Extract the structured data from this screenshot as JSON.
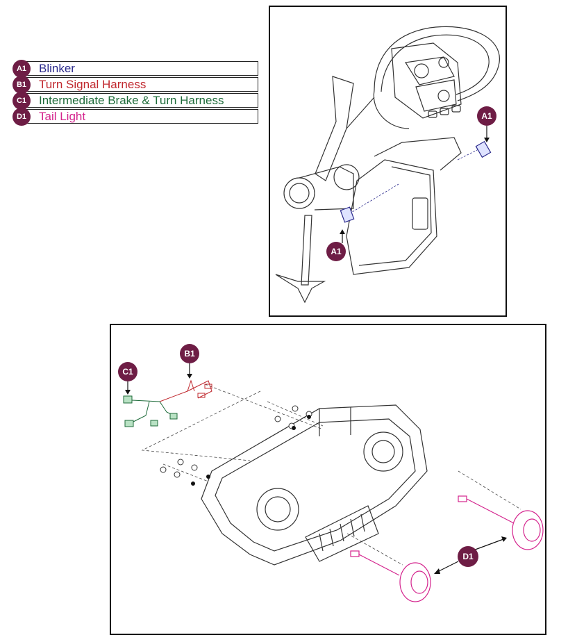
{
  "legend": [
    {
      "id": "A1",
      "label": "Blinker",
      "color": "#2b2a8c"
    },
    {
      "id": "B1",
      "label": "Turn Signal Harness",
      "color": "#c0282e"
    },
    {
      "id": "C1",
      "label": "Intermediate Brake & Turn Harness",
      "color": "#1e6b3a"
    },
    {
      "id": "D1",
      "label": "Tail Light",
      "color": "#d4238d"
    }
  ],
  "callouts": {
    "a1_top": "A1",
    "a1_left": "A1",
    "b1": "B1",
    "c1": "C1",
    "d1": "D1"
  },
  "colors": {
    "badge": "#6e1d45",
    "line_art": "#333333"
  }
}
